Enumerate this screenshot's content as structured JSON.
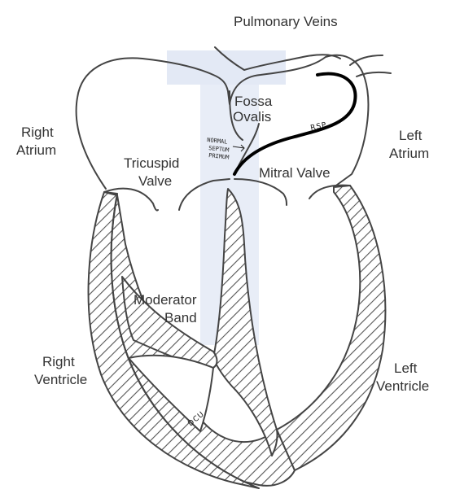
{
  "diagram": {
    "labels": {
      "pulmonary_veins": "Pulmonary Veins",
      "fossa_ovalis_1": "Fossa",
      "fossa_ovalis_2": "Ovalis",
      "right_atrium_1": "Right",
      "right_atrium_2": "Atrium",
      "left_atrium_1": "Left",
      "left_atrium_2": "Atrium",
      "tricuspid_valve_1": "Tricuspid",
      "tricuspid_valve_2": "Valve",
      "mitral_valve": "Mitral Valve",
      "moderator_band_1": "Moderator",
      "moderator_band_2": "Band",
      "right_ventricle_1": "Right",
      "right_ventricle_2": "Ventricle",
      "left_ventricle_1": "Left",
      "left_ventricle_2": "Ventricle",
      "rsp": "RSP",
      "septum_note_1": "NORMAL",
      "septum_note_2": "SEPTUM",
      "septum_note_3": "PRIMUM",
      "dcu": "DCU"
    },
    "colors": {
      "outline": "#444444",
      "rsp_line": "#000000",
      "hatch": "#555555",
      "shadow": "#dfe6f4"
    }
  }
}
